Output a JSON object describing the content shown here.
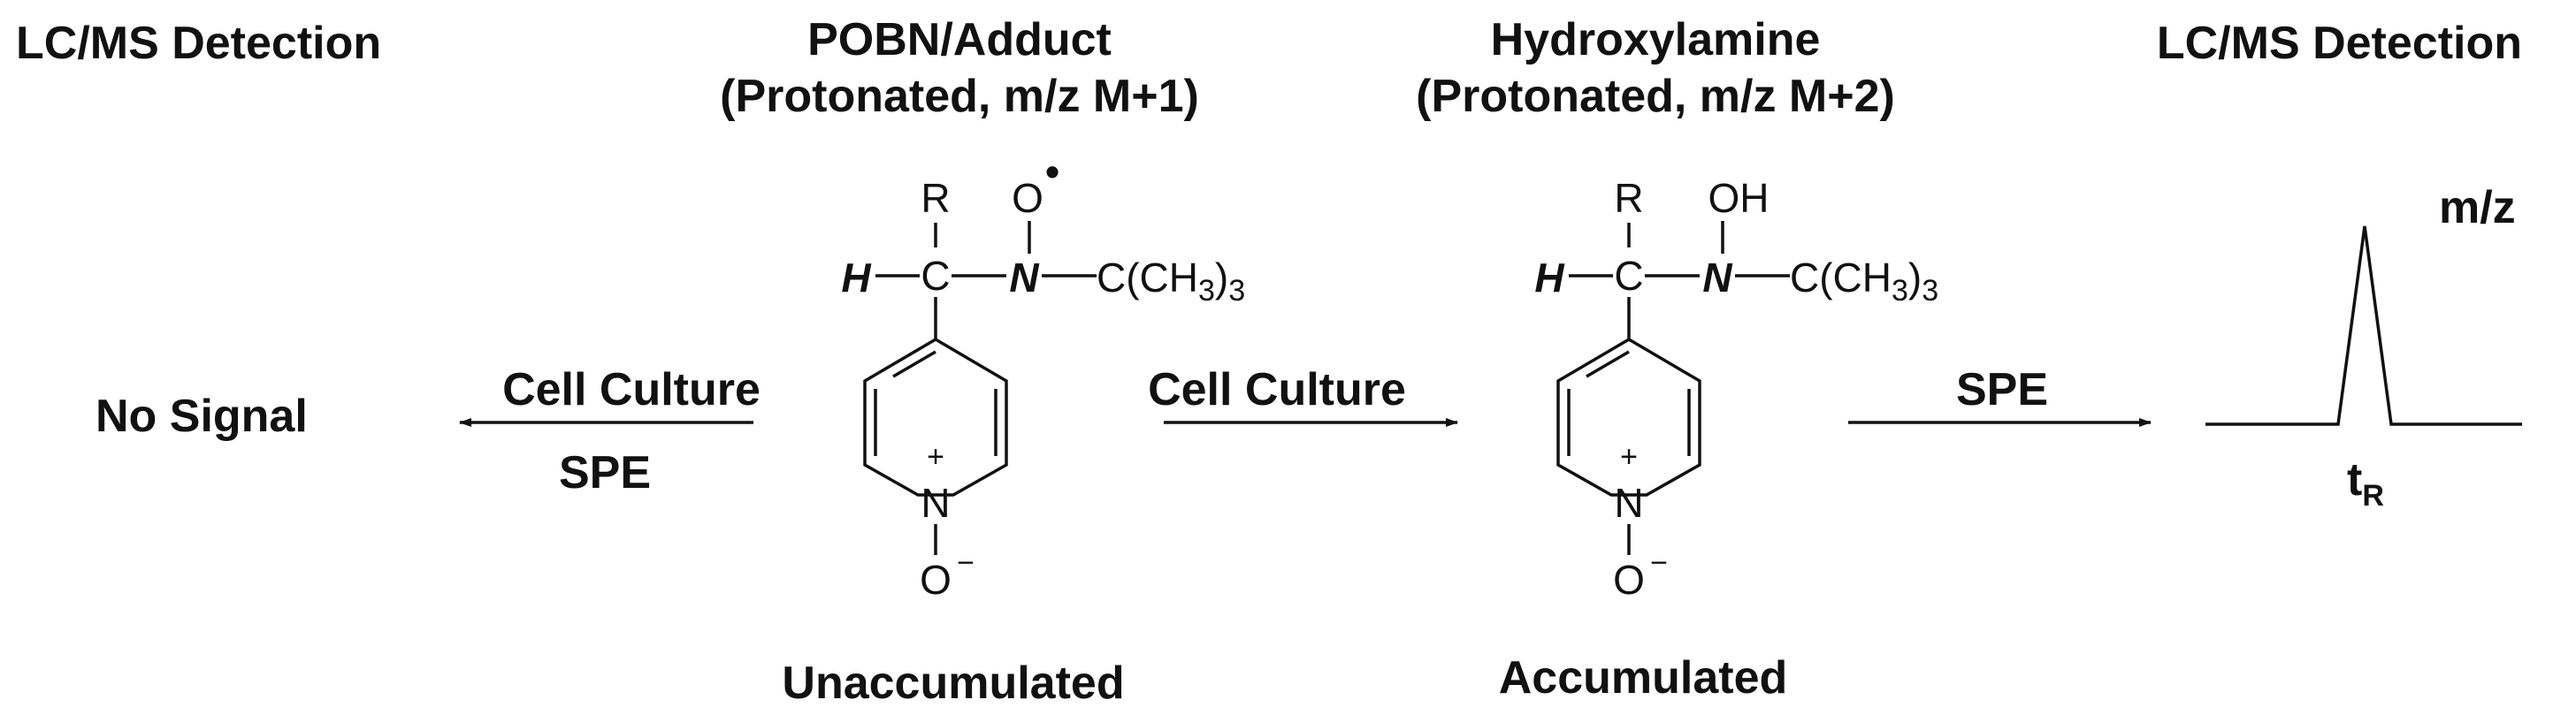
{
  "headers": {
    "left_detection": "LC/MS Detection",
    "adduct_line1": "POBN/Adduct",
    "adduct_line2": "(Protonated, m/z M+1)",
    "hydroxylamine_line1": "Hydroxylamine",
    "hydroxylamine_line2": "(Protonated, m/z M+2)",
    "right_detection": "LC/MS Detection"
  },
  "arrows": {
    "left_top": "Cell Culture",
    "left_bottom": "SPE",
    "middle_top": "Cell Culture",
    "right_top": "SPE"
  },
  "results": {
    "no_signal": "No Signal",
    "unaccumulated": "Unaccumulated",
    "accumulated": "Accumulated"
  },
  "molecule": {
    "r": "R",
    "h": "H",
    "c": "C",
    "n": "N",
    "o_radical": "O",
    "radical_dot": "•",
    "oh": "OH",
    "tbu_prefix": "C(CH",
    "tbu_sub1": "3",
    "tbu_close": ")",
    "tbu_sub2": "3",
    "ring_n": "N",
    "ring_plus": "+",
    "oxide_o": "O",
    "oxide_minus": "−"
  },
  "chromatogram": {
    "y_label": "m/z",
    "x_label_main": "t",
    "x_label_sub": "R"
  }
}
